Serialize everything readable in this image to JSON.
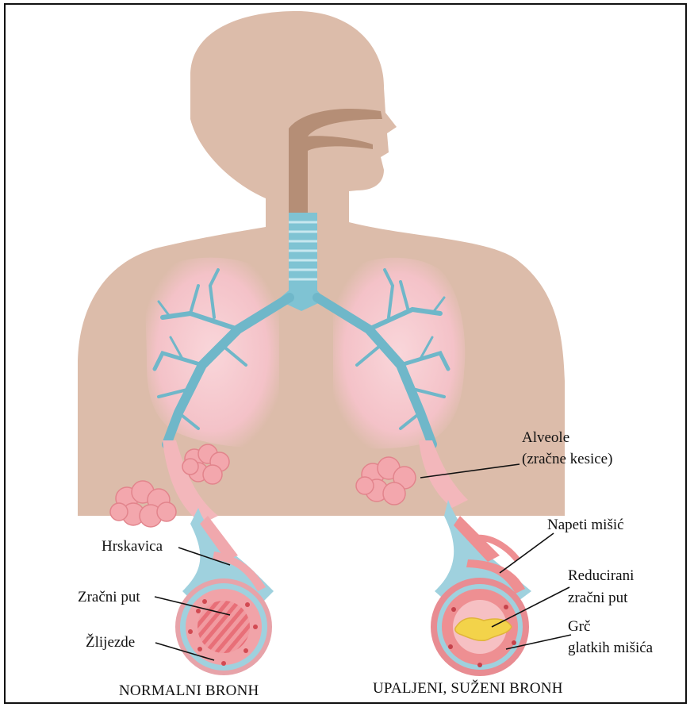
{
  "labels": {
    "alveole_line1": "Alveole",
    "alveole_line2": "(zračne kesice)",
    "napeti_misic": "Napeti mišić",
    "reducirani_line1": "Reducirani",
    "reducirani_line2": "zračni put",
    "grc_line1": "Grč",
    "grc_line2": "glatkih mišića",
    "hrskavica": "Hrskavica",
    "zracni_put": "Zračni put",
    "zlijezde": "Žlijezde"
  },
  "captions": {
    "normal": "NORMALNI BRONH",
    "inflamed": "UPALJENI, SUŽENI BRONH"
  },
  "colors": {
    "skin": "#dcbcaa",
    "nasal": "#b58e76",
    "trachea": "#7fc3d3",
    "lung": "#f6c9cf",
    "alveoli": "#f3a7ad",
    "tissue": "#ee8f92",
    "mucus": "#f3d34a"
  }
}
